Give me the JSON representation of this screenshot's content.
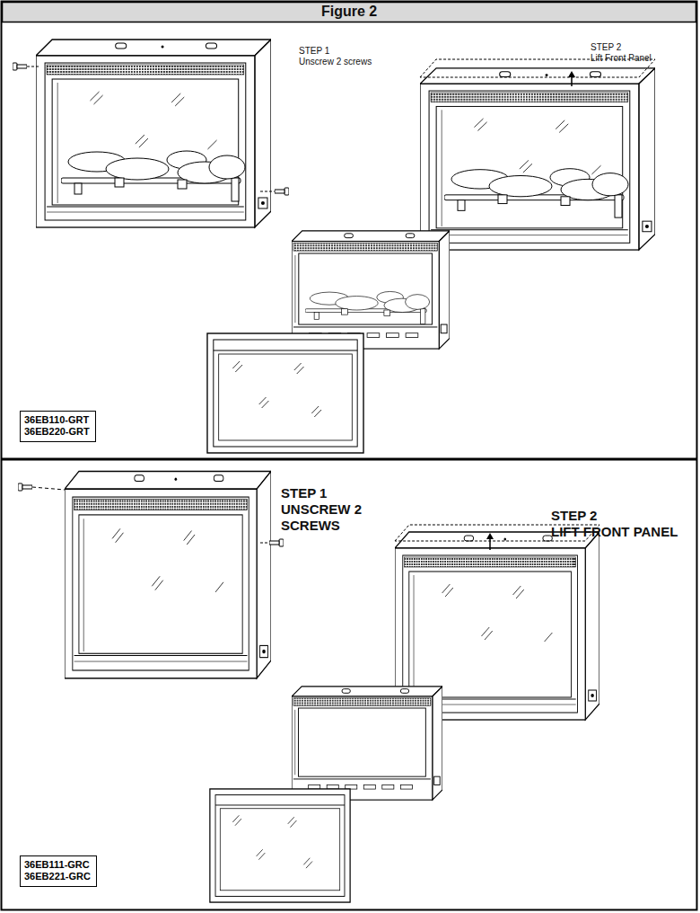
{
  "diagram": {
    "title": "Figure 2",
    "nodes": [
      {
        "text": [
          "36EB110-GRT",
          "36EB220-GRT"
        ]
      },
      {
        "text": [
          "36EB111-GRC",
          "36EB221-GRC"
        ]
      }
    ],
    "labels": [
      "STEP 1",
      "Unscrew 2 screws",
      "STEP 2",
      "Lift Front Panel",
      "STEP 1",
      "UNSCREW 2 SCREWS",
      "STEP 2",
      "LIFT FRONT PANEL"
    ]
  }
}
